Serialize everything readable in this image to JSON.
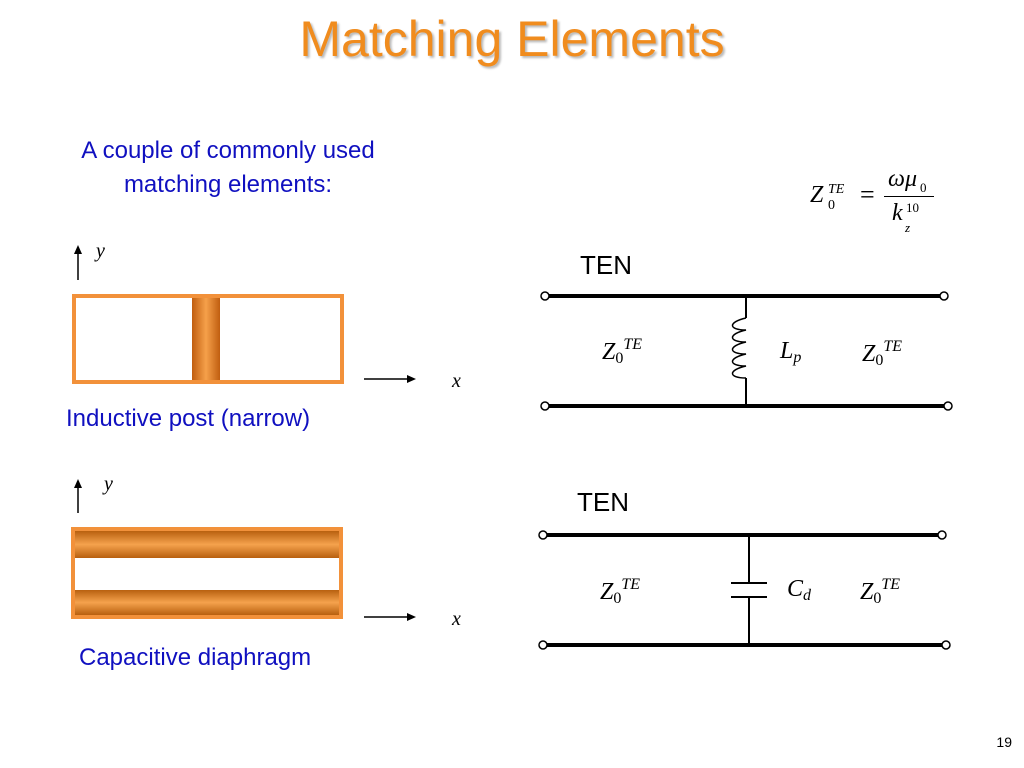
{
  "slide": {
    "title": "Matching Elements",
    "intro": "A couple of commonly used matching elements:",
    "page_number": "19",
    "accent_color": "#f08c1e",
    "text_color": "#1010c0"
  },
  "formula": {
    "lhs_symbol": "Z",
    "lhs_sub": "0",
    "lhs_sup": "TE",
    "equals": "=",
    "numerator_omega": "ω",
    "numerator_mu": "μ",
    "numerator_mu_sub": "0",
    "denominator_symbol": "k",
    "denominator_sub": "z",
    "denominator_sup": "10"
  },
  "inductive": {
    "caption": "Inductive post (narrow)",
    "axis_y": "y",
    "axis_x": "x",
    "circuit_label": "TEN",
    "z_left": {
      "symbol": "Z",
      "sub": "0",
      "sup": "TE"
    },
    "z_right": {
      "symbol": "Z",
      "sub": "0",
      "sup": "TE"
    },
    "element": {
      "symbol": "L",
      "sub": "p"
    }
  },
  "capacitive": {
    "caption": "Capacitive diaphragm",
    "axis_y": "y",
    "axis_x": "x",
    "circuit_label": "TEN",
    "z_left": {
      "symbol": "Z",
      "sub": "0",
      "sup": "TE"
    },
    "z_right": {
      "symbol": "Z",
      "sub": "0",
      "sup": "TE"
    },
    "element": {
      "symbol": "C",
      "sub": "d"
    }
  }
}
